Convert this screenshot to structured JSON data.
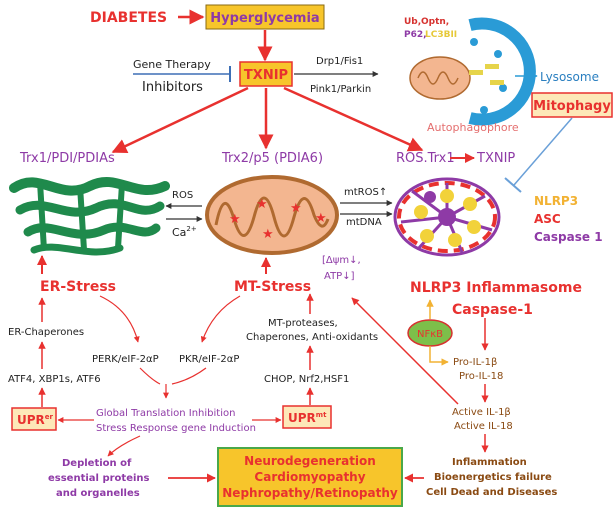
{
  "top": {
    "diabetes": "DIABETES",
    "hyperglycemia": "Hyperglycemia",
    "gene_therapy": "Gene Therapy",
    "inhibitors": "Inhibitors",
    "txnip": "TXNIP",
    "drp1": "Drp1/Fis1",
    "pink1": "Pink1/Parkin"
  },
  "autophagy": {
    "ub": "Ub,",
    "optn": "Optn,",
    "p62": "P62,",
    "lc3bii": "LC3BII",
    "autophagophore": "Autophagophore",
    "lysosome": "Lysosome",
    "mitophagy": "Mitophagy"
  },
  "er": {
    "title": "Trx1/PDI/PDIAs",
    "stress": "ER-Stress",
    "chaperones": "ER-Chaperones",
    "atf": "ATF4, XBP1s, ATF6",
    "perk": "PERK/eIF-2αP",
    "upr_main": "UPR",
    "upr_sup": "er"
  },
  "mito": {
    "title": "Trx2/p5 (PDIA6)",
    "ros": "ROS",
    "ca_main": "Ca",
    "ca_sup": "2+",
    "mtros": "mtROS↑",
    "mtdna": "mtDNA",
    "delta_psi": "[Δψm↓,",
    "atp": "ATP↓]",
    "stress": "MT-Stress",
    "mt_proteases": "MT-proteases,",
    "chaperones_antiox": "Chaperones, Anti-oxidants",
    "chop": "CHOP, Nrf2,HSF1",
    "pkr": "PKR/eIF-2αP",
    "upr_main": "UPR",
    "upr_sup": "mt"
  },
  "inflammasome": {
    "ros_trx1": "ROS.Trx1",
    "txnip": "TXNIP",
    "nlrp3": "NLRP3",
    "asc": "ASC",
    "caspase1": "Caspase 1",
    "title": "NLRP3 Inflammasome",
    "caspase_title": "Caspase-1",
    "nfkb": "NFκB",
    "pro_il1b": "Pro-IL-1β",
    "pro_il18": "Pro-IL-18",
    "active_il1b": "Active IL-1β",
    "active_il18": "Active IL-18",
    "inflammation": "Inflammation",
    "bioenergetics": "Bioenergetics failure",
    "cell_dead": "Cell Dead and Diseases"
  },
  "bottom": {
    "global_translation": "Global Translation Inhibition",
    "stress_response": "Stress Response gene Induction",
    "depletion": "Depletion of",
    "essential": "essential proteins",
    "organelles": "and organelles",
    "neuro": "Neurodegeneration",
    "cardio": "Cardiomyopathy",
    "nephro": "Nephropathy/Retinopathy"
  },
  "colors": {
    "red": "#e8312f",
    "purple": "#8e3aa6",
    "yellow_box": "#f7c52b",
    "er_green": "#1f8a4c",
    "mito_orange": "#f3b690",
    "autophagy_blue": "#2a9bd6",
    "nfkb_green": "#7dbf4a"
  }
}
